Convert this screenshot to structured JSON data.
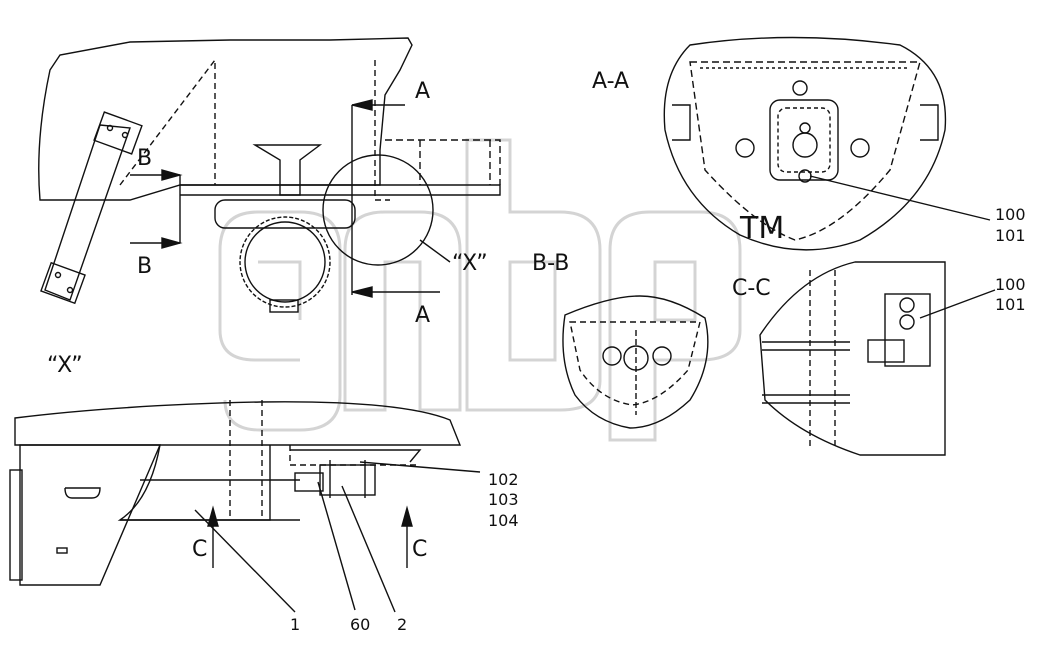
{
  "section_labels": {
    "a_top": "A",
    "a_bottom": "A",
    "b_top": "B",
    "b_bottom": "B",
    "aa_title": "A-A",
    "bb_title": "B-B",
    "cc_title": "C-C",
    "x_callout": "“X”",
    "x_detail_title": "“X”",
    "c_left": "C",
    "c_right": "C"
  },
  "part_numbers": {
    "aa_100": "100",
    "aa_101": "101",
    "cc_100": "100",
    "cc_101": "101",
    "p102": "102",
    "p103": "103",
    "p104": "104",
    "p1": "1",
    "p60": "60",
    "p2": "2"
  },
  "watermark": {
    "text": "gnb",
    "tm": "TM"
  },
  "colors": {
    "line": "#111111",
    "watermark": "#d9d9d9"
  }
}
